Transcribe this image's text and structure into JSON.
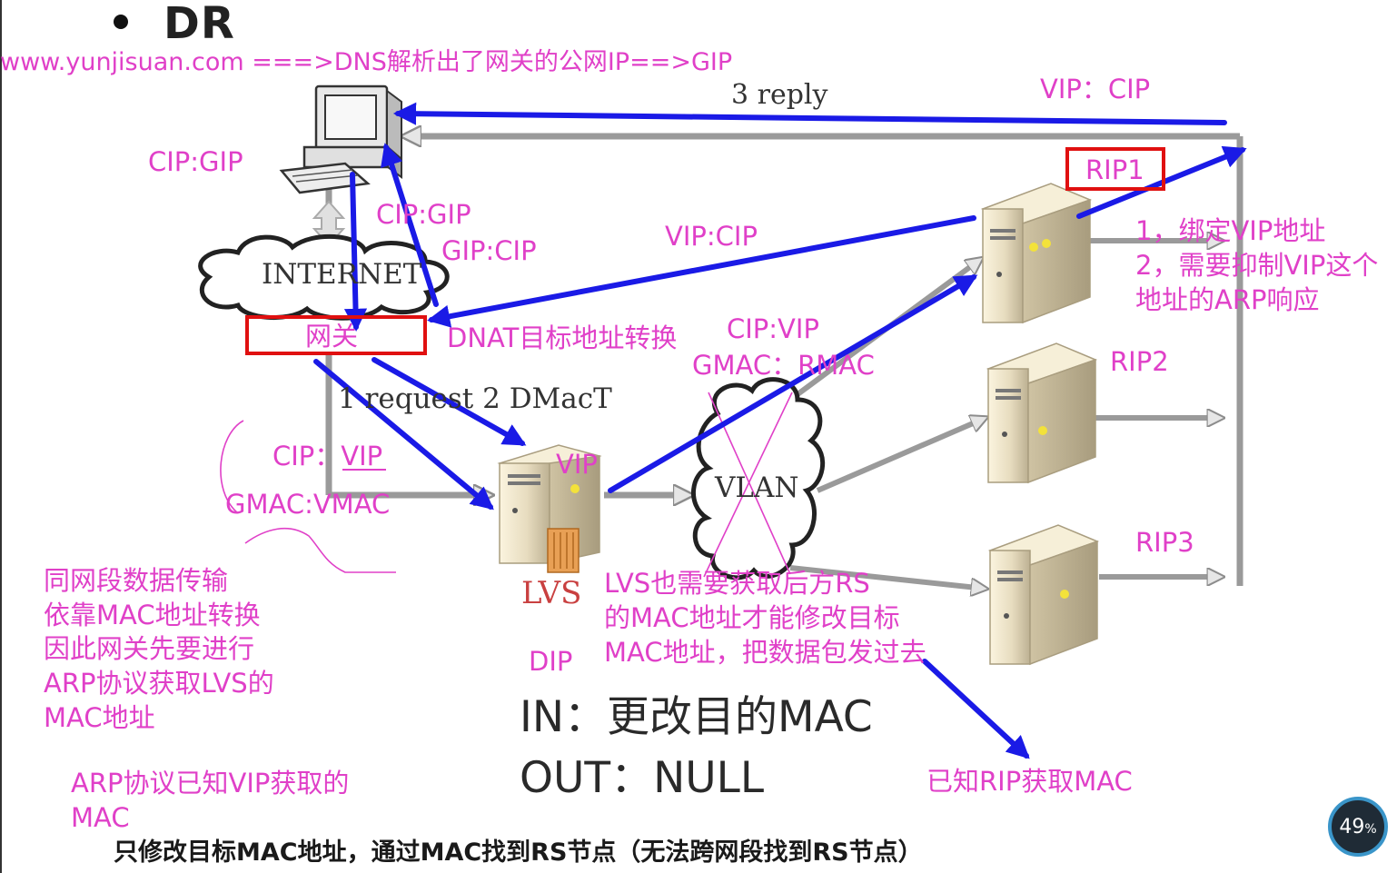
{
  "title": "DR",
  "colors": {
    "accent": "#e040c8",
    "arrow": "#1a1ae6",
    "box": "#e01010",
    "diagram": "#999999"
  },
  "header_note": "www.yunjisuan.com ===>DNS解析出了网关的公网IP==>GIP",
  "labels": {
    "reply": "3 reply",
    "vip_cip_top": "VIP：CIP",
    "cip_gip_left": "CIP:GIP",
    "cip_gip_mid": "CIP:GIP",
    "gip_cip": "GIP:CIP",
    "vip_cip_mid": "VIP:CIP",
    "rip1": "RIP1",
    "rip2": "RIP2",
    "rip3": "RIP3",
    "internet": "INTERNET",
    "gateway": "网关",
    "dnat": "DNAT目标地址转换",
    "cip_vip_right": "CIP:VIP",
    "gmac_rmac": "GMAC：RMAC",
    "request": "1 request   2 DMacT",
    "cip_vip_left": "CIP：VIP",
    "gmac_vmac": "GMAC:VMAC",
    "vip": "VIP",
    "vlan": "VLAN",
    "lvs": "LVS",
    "dip": "DIP",
    "in_rule": "IN：更改目的MAC",
    "out_rule": "OUT：NULL",
    "bottom_note": "只修改目标MAC地址，通过MAC找到RS节点（无法跨网段找到RS节点）",
    "known_rip": "已知RIP获取MAC",
    "cpu": "49",
    "cpu_unit": "%"
  },
  "notes": {
    "rs_config": [
      "1，绑定VIP地址",
      "2，需要抑制VIP这个",
      "地址的ARP响应"
    ],
    "lvs_mac": [
      "LVS也需要获取后方RS",
      "的MAC地址才能修改目标",
      "MAC地址，把数据包发过去"
    ],
    "same_segment": [
      "同网段数据传输",
      "依靠MAC地址转换",
      "因此网关先要进行",
      "ARP协议获取LVS的",
      "MAC地址"
    ],
    "arp_known": [
      "ARP协议已知VIP获取的",
      "MAC"
    ]
  }
}
